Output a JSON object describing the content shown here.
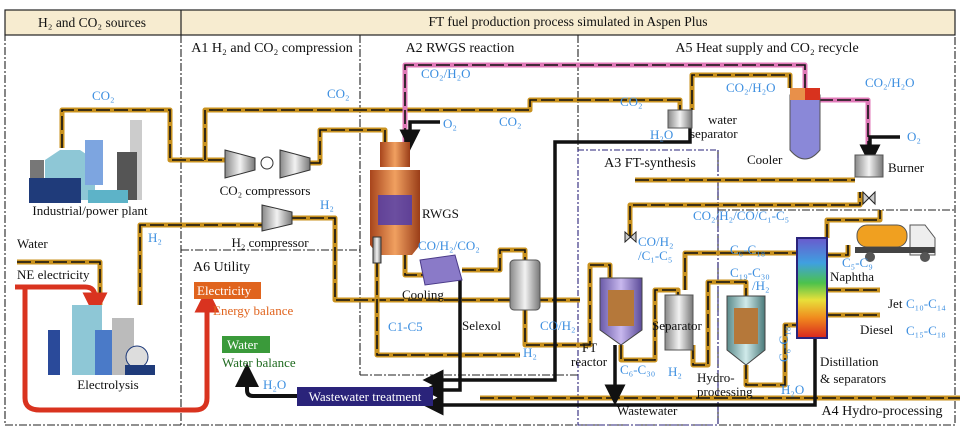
{
  "header": {
    "left": "H₂ and CO₂ sources",
    "right": "FT fuel production process simulated in Aspen Plus"
  },
  "areas": {
    "a1": "A1 H₂ and CO₂ compression",
    "a2": "A2 RWGS reaction",
    "a3": "A3 FT-synthesis",
    "a4": "A4 Hydro-processing",
    "a5": "A5 Heat supply and CO₂ recycle",
    "a6": "A6 Utility"
  },
  "equipment": {
    "plant": "Industrial/power plant",
    "co2_compressors": "CO₂ compressors",
    "h2_compressor": "H₂ compressor",
    "electrolysis": "Electrolysis",
    "rwgs": "RWGS",
    "cooling": "Cooling",
    "selexol": "Selexol",
    "ft_reactor_1": "FT",
    "ft_reactor_2": "reactor",
    "separator": "Separator",
    "hydro_1": "Hydro-",
    "hydro_2": "processing",
    "distill_1": "Distillation",
    "distill_2": "& separators",
    "water_sep_1": "water",
    "water_sep_2": "separator",
    "cooler": "Cooler",
    "burner": "Burner",
    "wastewater_treatment": "Wastewater treatment"
  },
  "inputs": {
    "water": "Water",
    "ne_electricity": "NE electricity"
  },
  "utility": {
    "electricity": "Electricity",
    "energy_balance": "Energy balance",
    "water": "Water",
    "water_balance": "Water balance"
  },
  "streams": {
    "co2_source": "CO₂",
    "co2_recycle_a1": "CO₂",
    "co2h2o_a2": "CO₂/H₂O",
    "o2_rwgs": "O₂",
    "co2_a2": "CO₂",
    "co2_a5": "CO₂",
    "h2o_sep": "H₂O",
    "co2h2o_cooler": "CO₂/H₂O",
    "co2h2o_burner": "CO₂/H₂O",
    "o2_burner": "O₂",
    "tailgas": "CO₂/H₂/CO/C₁-C₅",
    "h2_a1": "H₂",
    "h2_source": "H₂",
    "syngas_mix": "CO/H₂/CO₂",
    "c1c5": "C1-C5",
    "coh2": "CO/H₂",
    "h2_a2": "H₂",
    "coh2_recycle_1": "CO/H₂",
    "coh2_recycle_2": "/C₁-C₅",
    "c6c30": "C₆-C₃₀",
    "h2_a3": "H₂",
    "c6c18_top": "C₆-C₁₈",
    "c19c30_1": "C₁₉-C₃₀",
    "c19c30_2": "/H₂",
    "c6c18_vert": "C₆-C₁₈",
    "h2o_a4": "H₂O",
    "h2o_a6": "H₂O",
    "wastewater": "Wastewater",
    "c5c9": "C₅-C₉",
    "naphtha": "Naphtha",
    "jet": "Jet",
    "c10c14": "C₁₀-C₁₄",
    "diesel": "Diesel",
    "c15c18": "C₁₅-C₁₈"
  },
  "colors": {
    "header_bg": "#f7ecd0",
    "stream_label": "#3d8fe0",
    "pipe": "#c8911e",
    "flue_pipe": "#e07ab8",
    "electricity": "#e0641e",
    "water": "#3a9a3a",
    "wastewater_box": "#2a237a",
    "power_line": "#d9331f"
  }
}
